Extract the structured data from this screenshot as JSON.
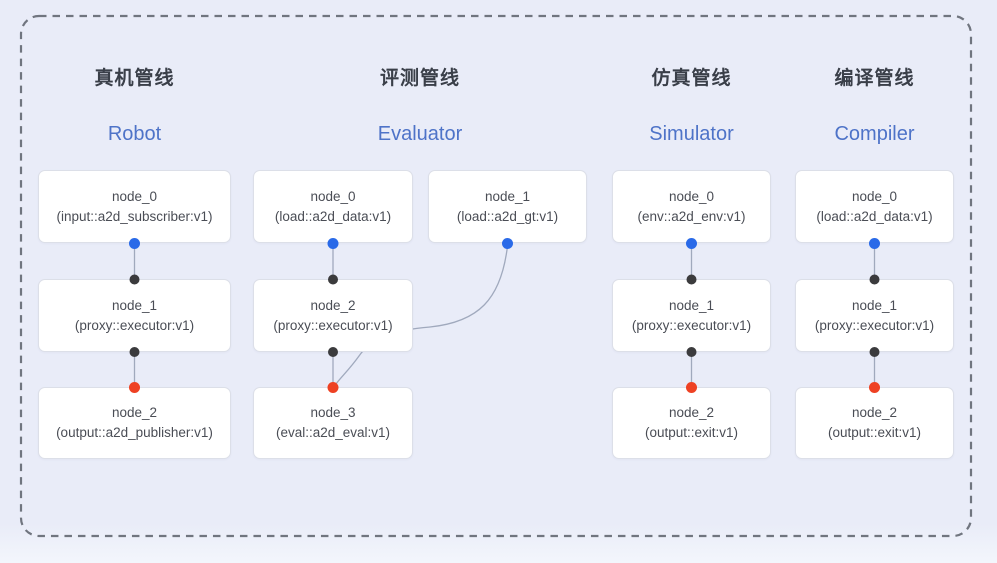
{
  "diagram": {
    "pipelines": [
      {
        "title_cn": "真机管线",
        "title_en": "Robot",
        "nodes": [
          {
            "name": "node_0",
            "type": "(input::a2d_subscriber:v1)"
          },
          {
            "name": "node_1",
            "type": "(proxy::executor:v1)"
          },
          {
            "name": "node_2",
            "type": "(output::a2d_publisher:v1)"
          }
        ]
      },
      {
        "title_cn": "评测管线",
        "title_en": "Evaluator",
        "nodes": [
          {
            "name": "node_0",
            "type": "(load::a2d_data:v1)"
          },
          {
            "name": "node_1",
            "type": "(load::a2d_gt:v1)"
          },
          {
            "name": "node_2",
            "type": "(proxy::executor:v1)"
          },
          {
            "name": "node_3",
            "type": "(eval::a2d_eval:v1)"
          }
        ]
      },
      {
        "title_cn": "仿真管线",
        "title_en": "Simulator",
        "nodes": [
          {
            "name": "node_0",
            "type": "(env::a2d_env:v1)"
          },
          {
            "name": "node_1",
            "type": "(proxy::executor:v1)"
          },
          {
            "name": "node_2",
            "type": "(output::exit:v1)"
          }
        ]
      },
      {
        "title_cn": "编译管线",
        "title_en": "Compiler",
        "nodes": [
          {
            "name": "node_0",
            "type": "(load::a2d_data:v1)"
          },
          {
            "name": "node_1",
            "type": "(proxy::executor:v1)"
          },
          {
            "name": "node_2",
            "type": "(output::exit:v1)"
          }
        ]
      }
    ],
    "colors": {
      "background": "#e9ecf8",
      "frame_border": "#70757f",
      "box_fill": "#ffffff",
      "box_border": "#dcdfe8",
      "edge": "#a0a9bd",
      "port_output_blue": "#2a6ae8",
      "port_input_black": "#3b3b3d",
      "port_eval_red": "#ee4123",
      "title_cn_color": "#3a3f49",
      "title_en_color": "#4e73c8",
      "node_text_color": "#4a4d55"
    }
  }
}
